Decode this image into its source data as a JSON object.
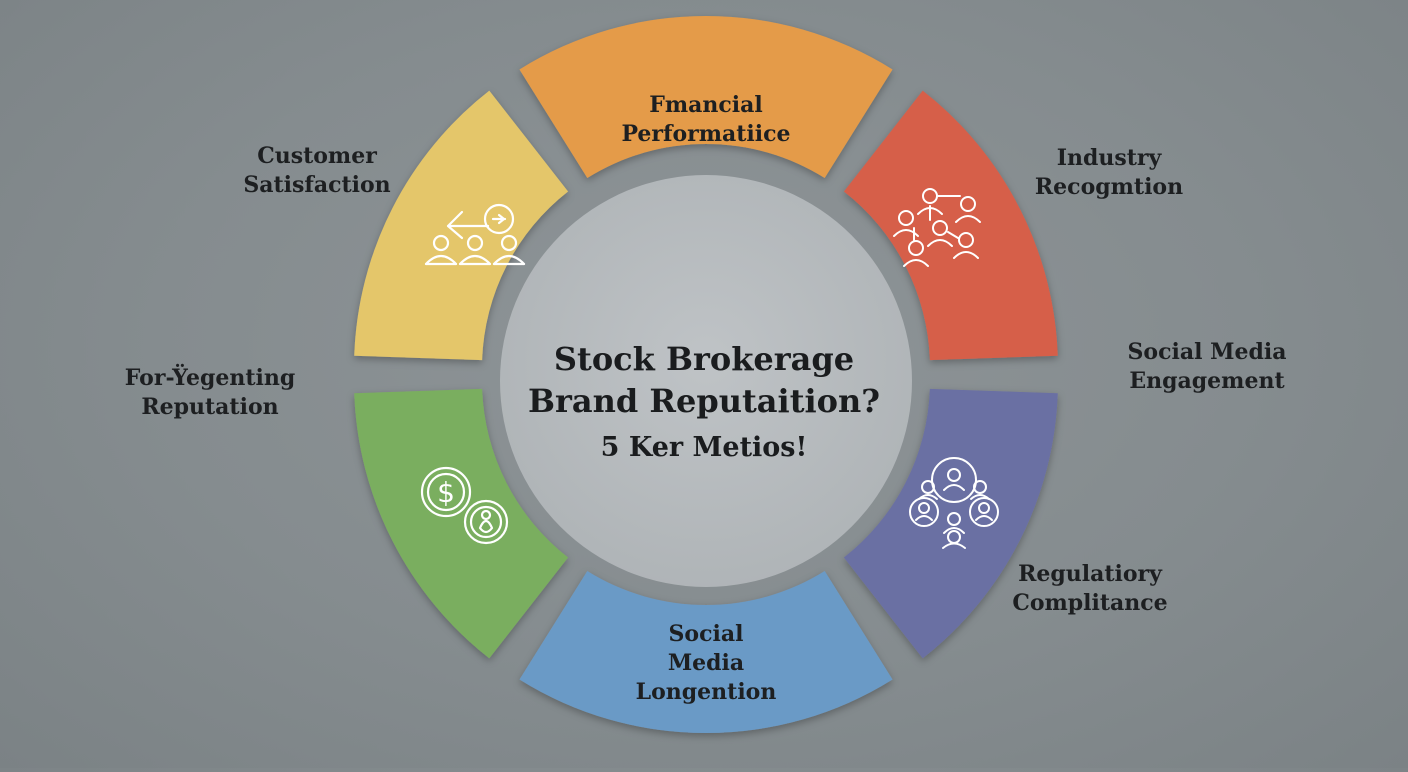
{
  "center": {
    "line1": "Stock Brokerage",
    "line2": "Brand Reputaition?",
    "line3": "5 Ker Metios!"
  },
  "segments": {
    "top": {
      "line1": "Fmancial",
      "line2": "Performatiice",
      "color": "#e49b49"
    },
    "top_left": {
      "color": "#e4c66a"
    },
    "top_right": {
      "color": "#d65e49"
    },
    "bottom_left": {
      "color": "#7aae5f"
    },
    "bottom": {
      "line1": "Social",
      "line2": "Media",
      "line3": "Longention",
      "color": "#6b9ac6"
    },
    "bottom_right": {
      "color": "#6b6fa3"
    }
  },
  "outer_labels": {
    "customer": {
      "line1": "Customer",
      "line2": "Satisfaction"
    },
    "industry": {
      "line1": "Industry",
      "line2": "Recogmtion"
    },
    "social_engagement": {
      "line1": "Social Media",
      "line2": "Engagement"
    },
    "forgetting": {
      "line1": "For-Ÿegenting",
      "line2": "Reputation"
    },
    "regulatory": {
      "line1": "Regulatiory",
      "line2": "Complitance"
    }
  },
  "icons": {
    "top_left": "customers-feedback-icon",
    "top_right": "organization-network-icon",
    "bottom_left": "dollar-coins-icon",
    "bottom_right": "people-network-icon"
  },
  "colors": {
    "background": "#858c8f",
    "center_fill": "#b7bcbf",
    "text": "#1d1f21"
  }
}
